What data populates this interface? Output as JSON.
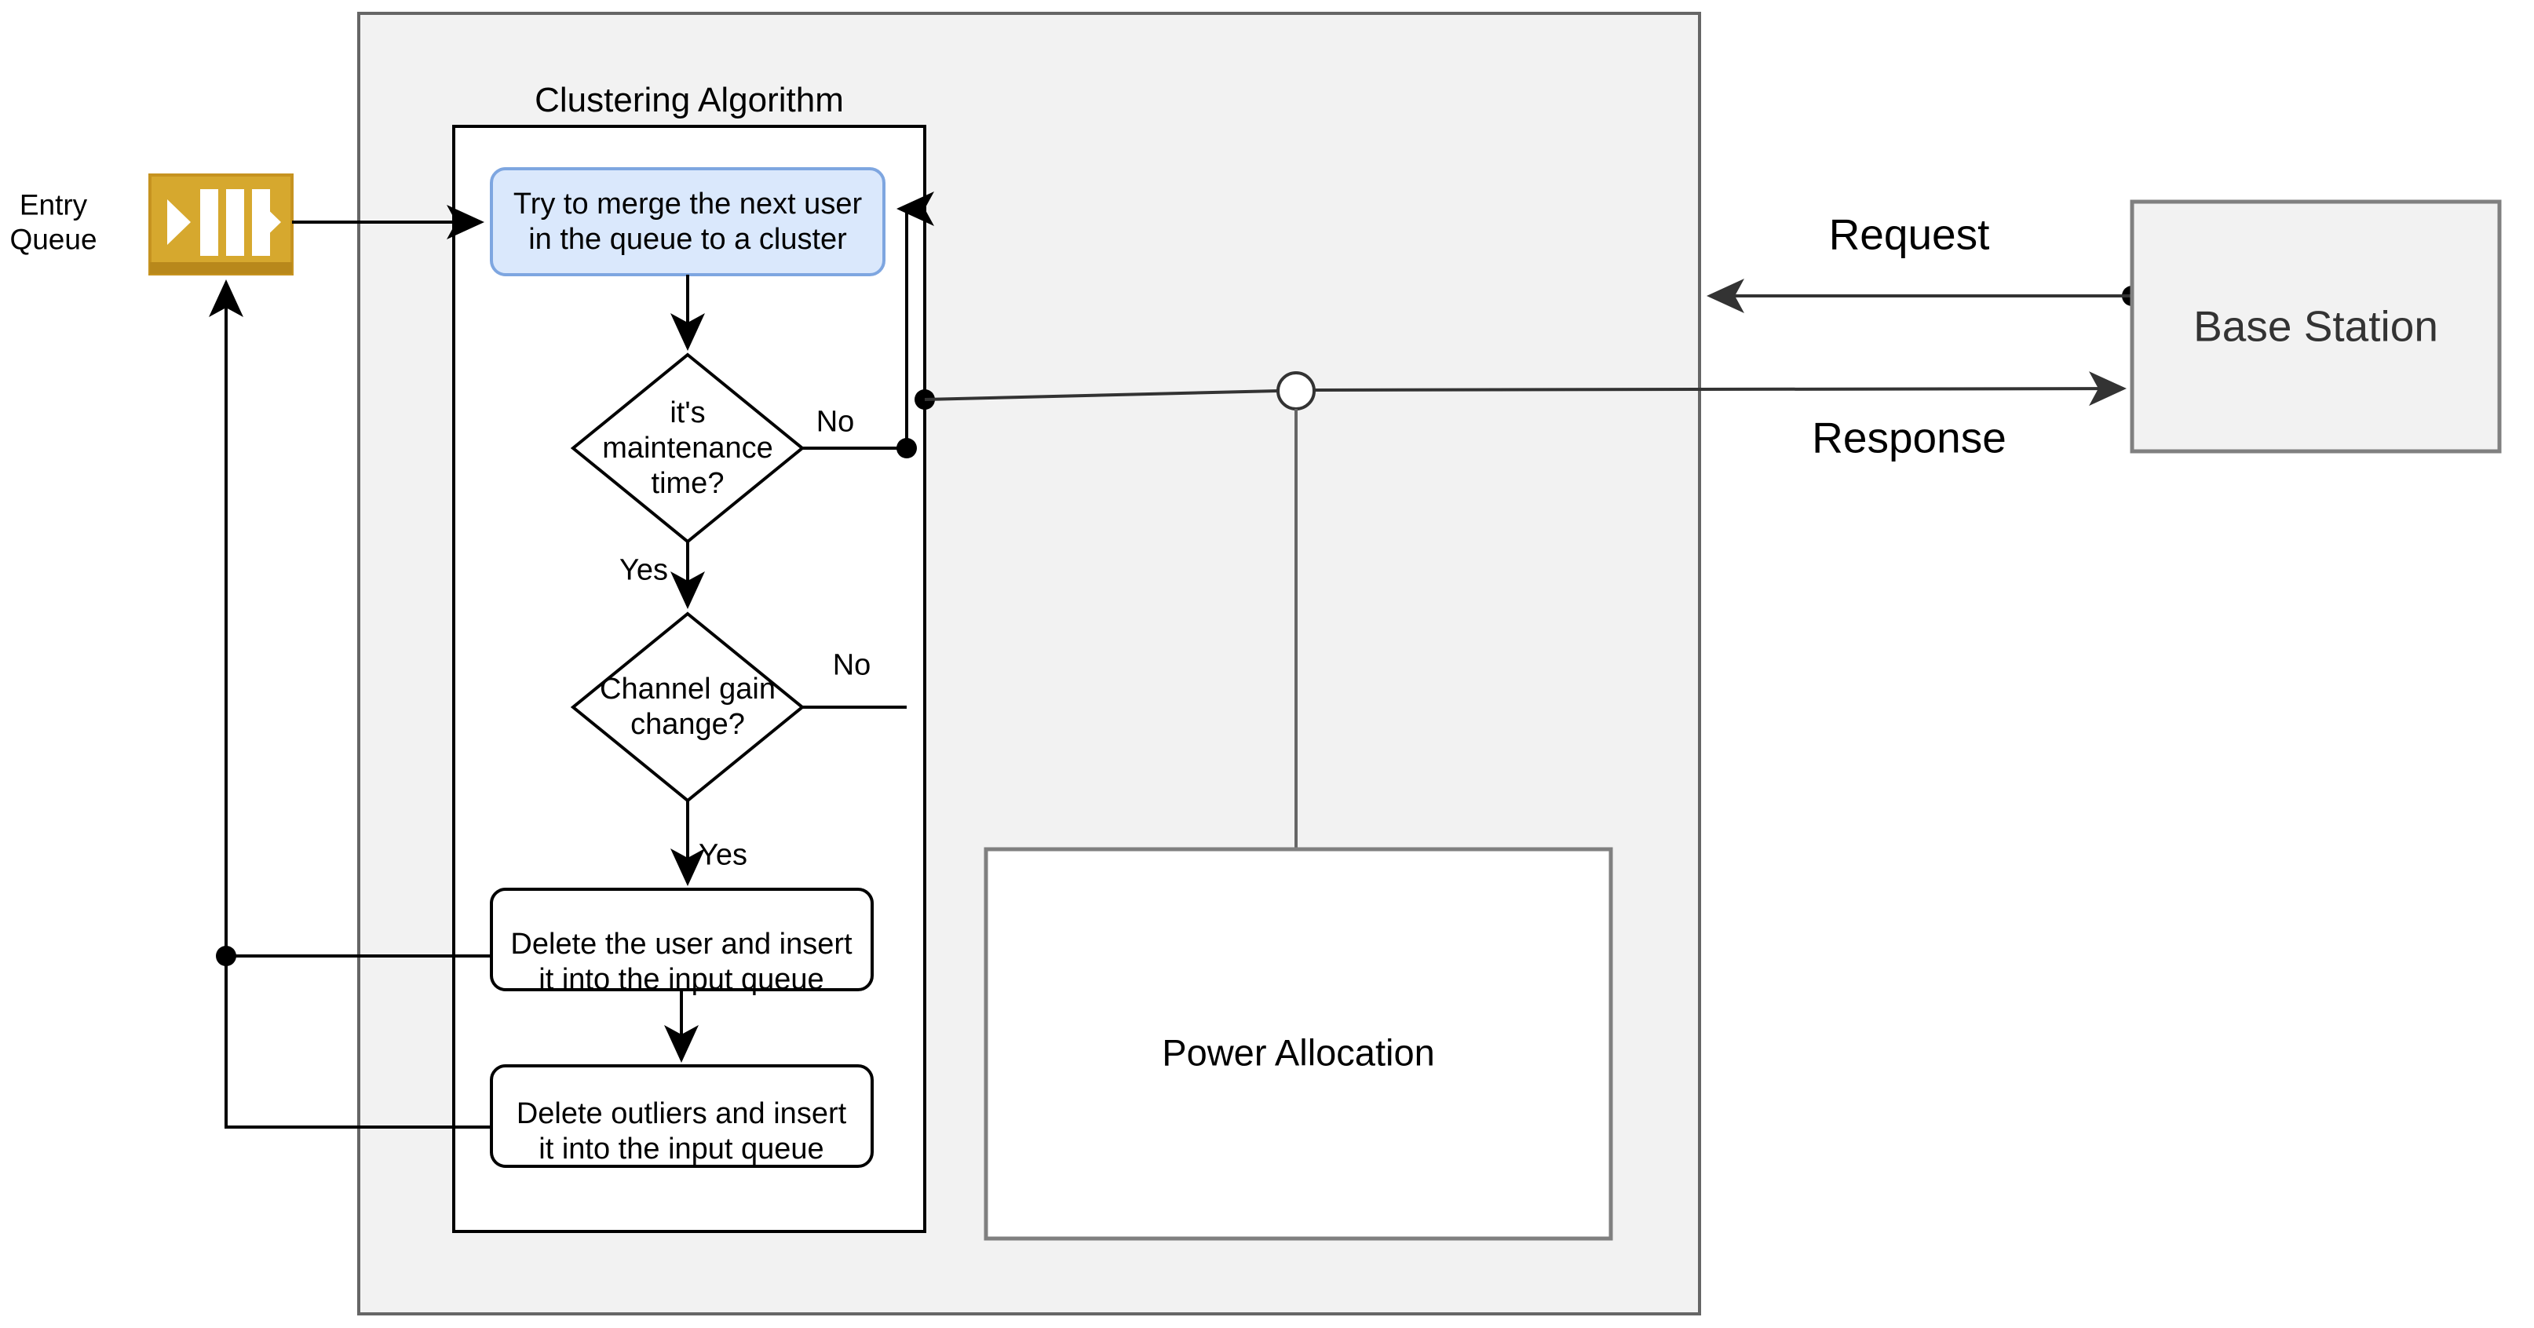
{
  "diagram": {
    "type": "flowchart",
    "title_label": "Clustering Algorithm",
    "entry_queue_label": "Entry\nQueue",
    "queue_icon": "queue-icon",
    "nodes": {
      "merge_box": "Try to merge the next user\nin the queue to a cluster",
      "maintenance_diamond": "it's\nmaintenance\ntime?",
      "channel_gain_diamond": "Channel gain\nchange?",
      "delete_user_box": "Delete the user and insert\nit into the input queue",
      "delete_outliers_box": "Delete outliers and insert\nit into the input queue",
      "power_allocation": "Power Allocation",
      "base_station": "Base Station"
    },
    "edge_labels": {
      "maintenance_no": "No",
      "maintenance_yes": "Yes",
      "channel_no": "No",
      "channel_yes": "Yes",
      "request": "Request",
      "response": "Response"
    },
    "colors": {
      "container_fill": "#f2f2f2",
      "container_stroke": "#666666",
      "process_fill": "#ffffff",
      "process_stroke": "#000000",
      "highlight_fill": "#dae8fc",
      "highlight_stroke": "#7ea6e0",
      "queue_fill": "#d6a82e",
      "queue_stroke": "#c69320",
      "queue_bar": "#ffffff",
      "edge_stroke": "#000000",
      "base_station_fill": "#f2f2f2",
      "base_station_stroke": "#808080",
      "text": "#000000",
      "base_station_text": "#333333"
    }
  }
}
